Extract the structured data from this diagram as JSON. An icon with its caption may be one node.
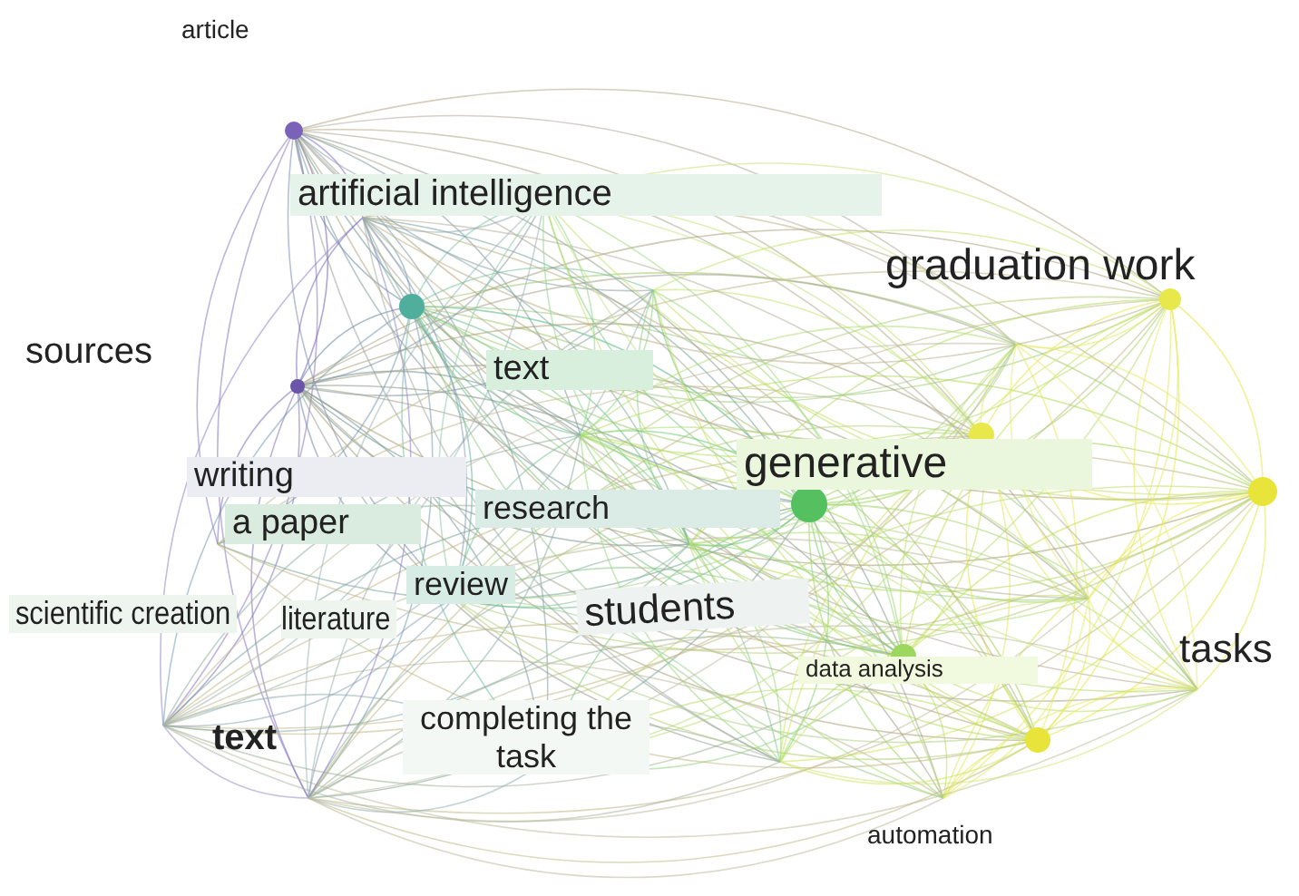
{
  "diagram": {
    "labels": [
      "article",
      "artificial intelligence",
      "graduation work",
      "sources",
      "text",
      "generative",
      "writing",
      "a paper",
      "research",
      "review",
      "scientific creation",
      "literature",
      "students",
      "tasks",
      "data analysis",
      "text",
      "completing the task",
      "automation"
    ]
  }
}
